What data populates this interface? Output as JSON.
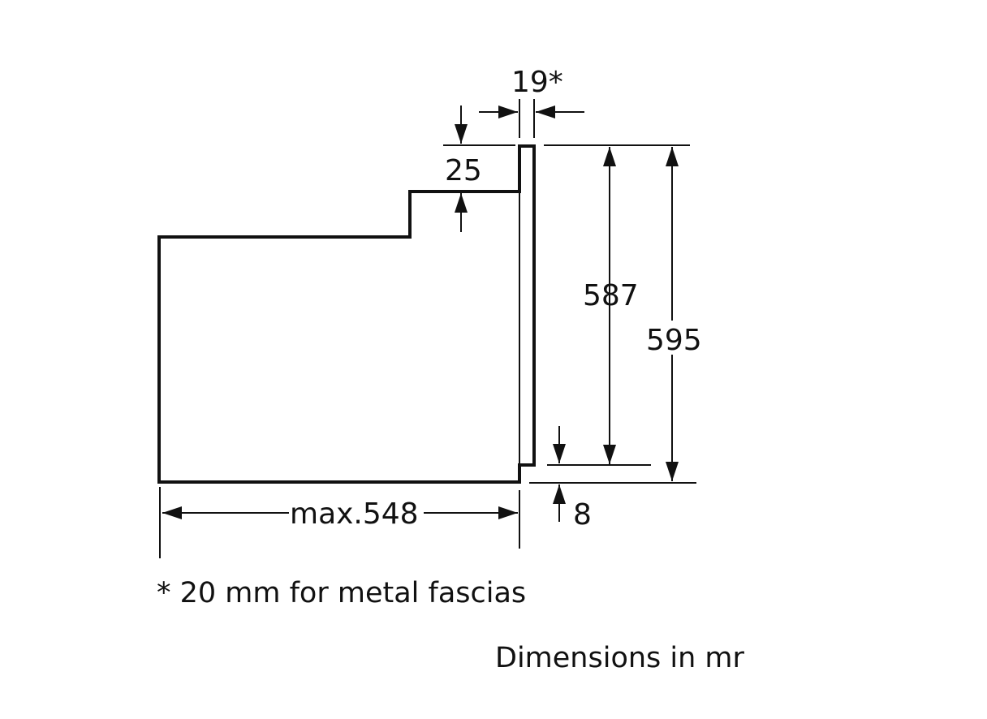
{
  "dimensions": {
    "fascia_thickness": "19*",
    "top_offset": "25",
    "panel_height": "587",
    "total_height": "595",
    "bottom_offset": "8",
    "depth": "max.548"
  },
  "footnote": "* 20 mm for metal fascias",
  "units_caption": "Dimensions in mr",
  "colors": {
    "line": "#111111",
    "background": "#ffffff"
  }
}
